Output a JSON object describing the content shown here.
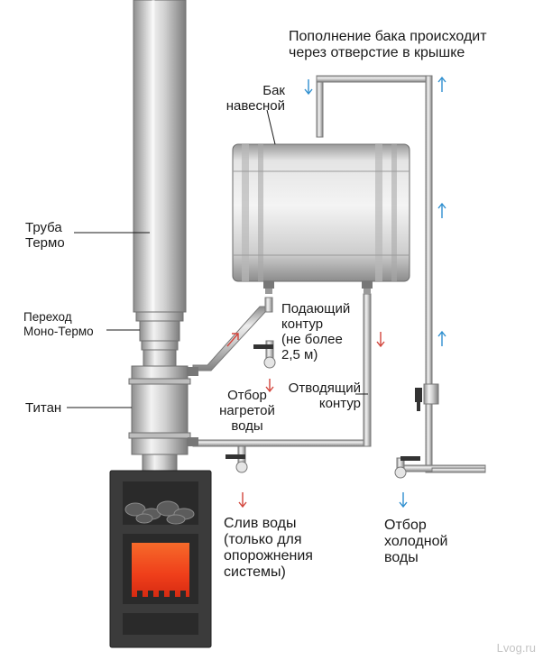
{
  "labels": {
    "top_note": "Пополнение бака происходит\nчерез отверстие в крышке",
    "tank": "Бак\nнавесной",
    "pipe_thermo": "Труба\nТермо",
    "transition": "Переход\nМоно-Термо",
    "titan": "Титан",
    "supply_circuit": "Подающий\nконтур\n(не более\n2,5 м)",
    "hot_tap": "Отбор\nнагретой\nводы",
    "return_circuit": "Отводящий\nконтур",
    "drain": "Слив воды\n(только для\nопорожнения\nсистемы)",
    "cold_tap": "Отбор\nхолодной\nводы"
  },
  "watermark": "Lvog.ru",
  "colors": {
    "up_arrow_blue": "#2f8fcf",
    "down_arrow_red": "#d2453c",
    "hot_arrow_red": "#d2453c",
    "fire": "#f04a1e",
    "stove_body": "#3a3a3a"
  }
}
